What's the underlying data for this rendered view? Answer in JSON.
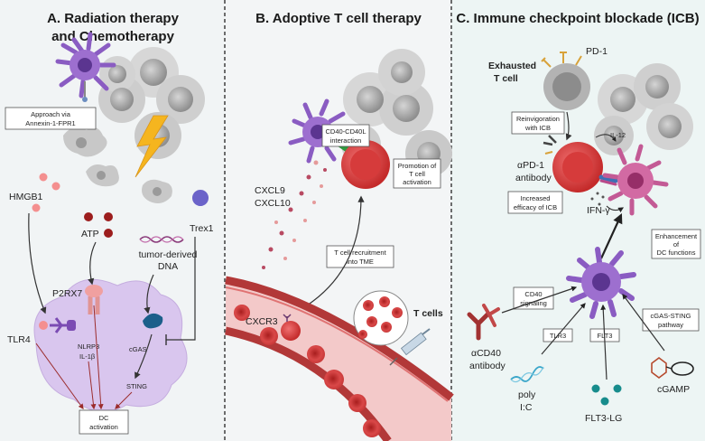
{
  "panels": {
    "a": {
      "title_line1": "A. Radiation therapy",
      "title_line2": "and Chemotherapy",
      "approach_line1": "Approach via",
      "approach_line2": "Annexin-1-FPR1",
      "hmgb1": "HMGB1",
      "atp": "ATP",
      "tumor_dna_line1": "tumor-derived",
      "tumor_dna_line2": "DNA",
      "trex1": "Trex1",
      "p2rx7": "P2RX7",
      "tlr4": "TLR4",
      "nlrp3": "NLRP3",
      "il1b": "IL-1β",
      "cgas": "cGAS",
      "sting": "STING",
      "dc_activation_line1": "DC",
      "dc_activation_line2": "activation"
    },
    "b": {
      "title": "B. Adoptive T cell therapy",
      "cd40_line1": "CD40-CD40L",
      "cd40_line2": "interaction",
      "promotion_line1": "Promotion of",
      "promotion_line2": "T cell",
      "promotion_line3": "activation",
      "cxcl9": "CXCL9",
      "cxcl10": "CXCL10",
      "recruit_line1": "T cell recruitment",
      "recruit_line2": "into TME",
      "cxcr3": "CXCR3",
      "tcells": "T cells"
    },
    "c": {
      "title": "C. Immune checkpoint blockade (ICB)",
      "pd1": "PD-1",
      "exhausted_line1": "Exhausted",
      "exhausted_line2": "T cell",
      "reinvig_line1": "Reinvigoration",
      "reinvig_line2": "with ICB",
      "il12": "IL-12",
      "apd1_line1": "αPD-1",
      "apd1_line2": "antibody",
      "increased_line1": "Increased",
      "increased_line2": "efficacy of ICB",
      "ifng": "IFN-γ",
      "enh_line1": "Enhancement",
      "enh_line2": "of",
      "enh_line3": "DC functions",
      "cd40sig_line1": "CD40",
      "cd40sig_line2": "signaling",
      "acd40_line1": "αCD40",
      "acd40_line2": "antibody",
      "tlr3": "TLR3",
      "flt3": "FLT3",
      "cgas_sting_line1": "cGAS-STING",
      "cgas_sting_line2": "pathway",
      "polyic_line1": "poly",
      "polyic_line2": "I:C",
      "flt3lg": "FLT3-LG",
      "cgamp": "cGAMP"
    }
  },
  "colors": {
    "panel_bg": "#f1f4f5",
    "panel_c_bg": "#edf5f4",
    "dc_purple": "#9d6fcf",
    "dc_light": "#d9c6ee",
    "tcell_red": "#d63b3b",
    "tumor_gray": "#a7a7a7",
    "lightning": "#f5b51f",
    "vessel_red": "#c94646"
  }
}
